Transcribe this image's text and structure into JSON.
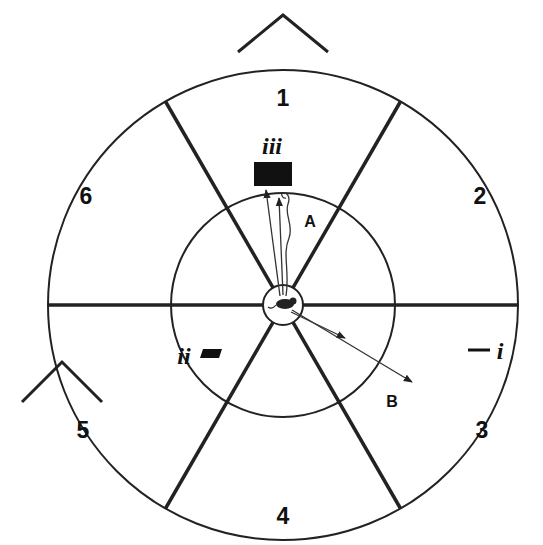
{
  "diagram": {
    "labels": [
      "1",
      "6",
      "2",
      "iii",
      "A",
      "ii",
      "i",
      "B",
      "5",
      "3",
      "4"
    ]
  }
}
